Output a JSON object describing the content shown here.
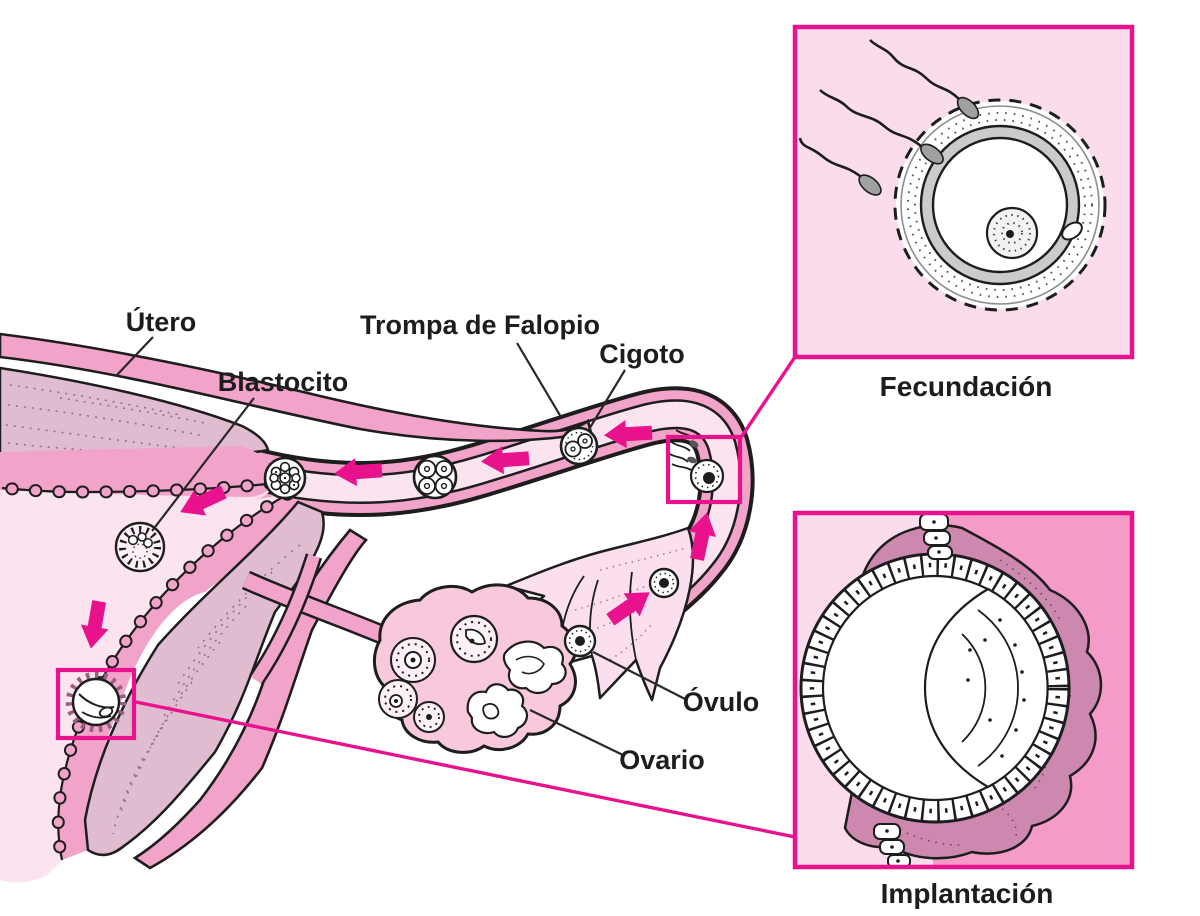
{
  "labels": {
    "utero": "Útero",
    "trompa_de_falopio": "Trompa de Falopio",
    "cigoto": "Cigoto",
    "blastocito": "Blastocito",
    "ovulo": "Óvulo",
    "ovario": "Ovario"
  },
  "insets": {
    "fecundacion": {
      "title": "Fecundación"
    },
    "implantacion": {
      "title": "Implantación"
    }
  },
  "colors": {
    "highlight_magenta": "#e8128c",
    "tissue_pink": "#f2a3c9",
    "muscle_mauve": "#e0bcd1",
    "cavity_light_pink": "#fbe3ef",
    "inset_bg_light": "#fbdcec",
    "inset_bg_medium": "#f49bc8",
    "decidua_mauve": "#cd88af",
    "zona_gray": "#cbcbcb",
    "sperm_gray": "#a0a0a0",
    "outline_black": "#1d1d1d"
  }
}
